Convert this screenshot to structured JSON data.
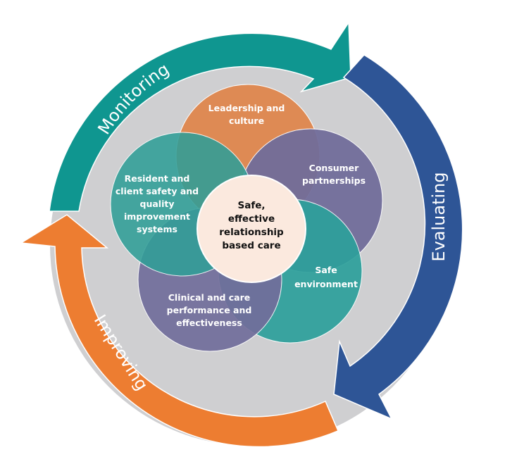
{
  "colors": {
    "ring": "#cfcfd1",
    "monitoring": "#0f9690",
    "evaluating": "#2e5596",
    "improving": "#ed7d31",
    "leadership": "#e0854a",
    "resident": "#239a93",
    "consumer": "#6a6596",
    "safe_env": "#1f9c96",
    "clinical": "#6a6596",
    "center": "#fbe9de"
  },
  "cycle": {
    "monitoring": "Monitoring",
    "evaluating": "Evaluating",
    "improving": "Improving"
  },
  "petals": {
    "leadership": [
      "Leadership and",
      "culture"
    ],
    "consumer": [
      "Consumer",
      "partnerships"
    ],
    "safe_env": [
      "Safe",
      "environment"
    ],
    "clinical": [
      "Clinical and care",
      "performance and",
      "effectiveness"
    ],
    "resident": [
      "Resident and",
      "client safety and",
      "quality",
      "improvement",
      "systems"
    ]
  },
  "center": [
    "Safe,",
    "effective",
    "relationship",
    "based care"
  ]
}
